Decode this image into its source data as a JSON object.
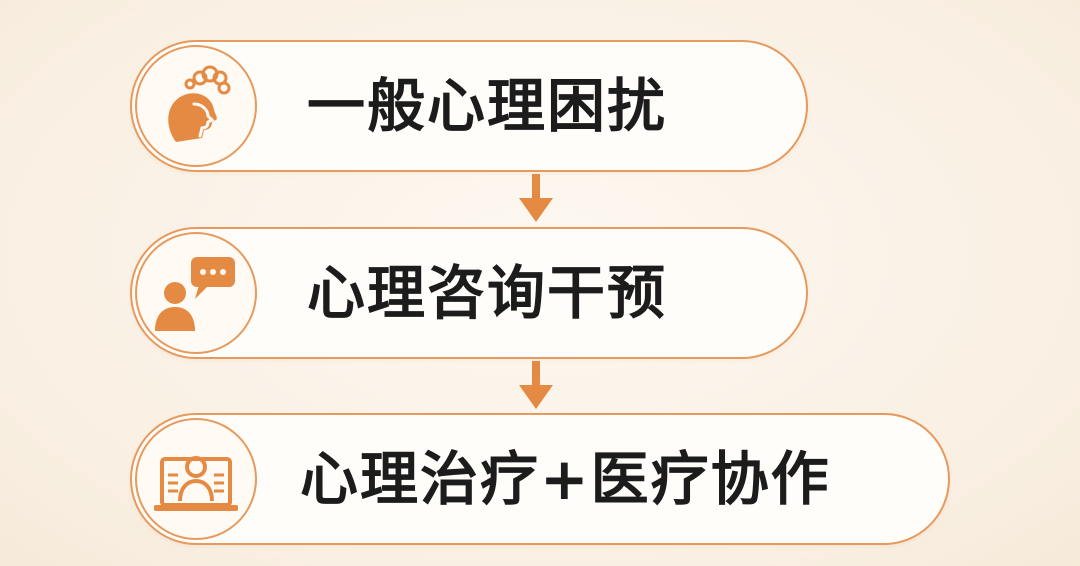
{
  "header": {
    "title": ""
  },
  "flow": {
    "steps": [
      {
        "label": "一般心理困扰",
        "icon": "person-worry-icon"
      },
      {
        "label": "心理咨询干预",
        "icon": "counseling-chat-icon"
      },
      {
        "label": "心理治疗+医疗协作",
        "icon": "online-consult-icon"
      }
    ],
    "connector": "down-arrow-icon"
  },
  "colors": {
    "accent": "#e48a43",
    "border": "#e79a5d",
    "background": "#fbf4ea",
    "text": "#1c1c1c"
  }
}
